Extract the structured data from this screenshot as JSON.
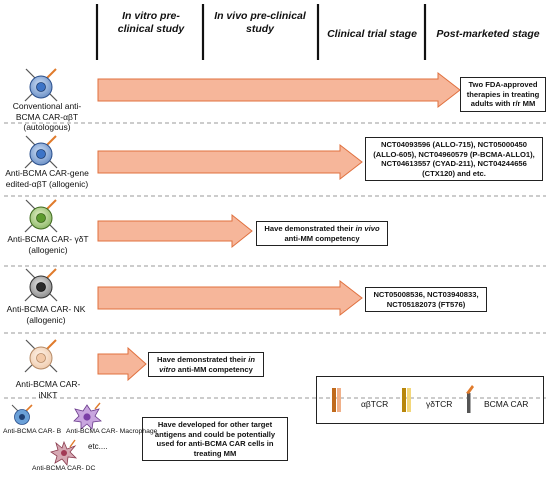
{
  "stages": [
    "In vitro pre-clinical study",
    "In vivo pre-clinical study",
    "Clinical trial stage",
    "Post-marketed stage"
  ],
  "rows": [
    {
      "label": "Conventional  anti-BCMA CAR-αβT (autologous)",
      "cell_color": "#3d74c7",
      "box": "Two FDA-approved therapies in treating adults with r/r MM"
    },
    {
      "label": "Anti-BCMA CAR-gene edited-αβT (allogenic)",
      "cell_color": "#3d74c7",
      "box": "NCT04093596 (ALLO-715), NCT05000450 (ALLO-605), NCT04960579 (P-BCMA-ALLO1), NCT04613557 (CYAD-211), NCT04244656 (CTX120) and etc."
    },
    {
      "label": "Anti-BCMA CAR- γδT (allogenic)",
      "cell_color": "#5d9a2e",
      "box_pre": "Have demonstrated their ",
      "box_em": "in vivo",
      "box_post": " anti-MM competency"
    },
    {
      "label": "Anti-BCMA CAR- NK (allogenic)",
      "cell_color": "#2a2a2a",
      "box": "NCT05008536, NCT03940833, NCT05182073 (FT576)"
    },
    {
      "label": "Anti-BCMA CAR- iNKT",
      "cell_color": "#f2c9a8",
      "box_pre": "Have demonstrated their ",
      "box_em": "in vitro",
      "box_post": " anti-MM competency"
    },
    {
      "box": "Have developed for other target antigens and could be potentially used for anti-BCMA CAR cells in treating MM",
      "sub_labels": [
        "Anti-BCMA CAR- B",
        "Anti-BCMA CAR- Macrophage",
        "Anti-BCMA CAR- DC",
        "etc...."
      ]
    }
  ],
  "legend": [
    "αβTCR",
    "γδTCR",
    "BCMA CAR"
  ],
  "colors": {
    "arrow_fill": "#f6b69a",
    "arrow_stroke": "#e0703e",
    "divider": "#111111"
  }
}
